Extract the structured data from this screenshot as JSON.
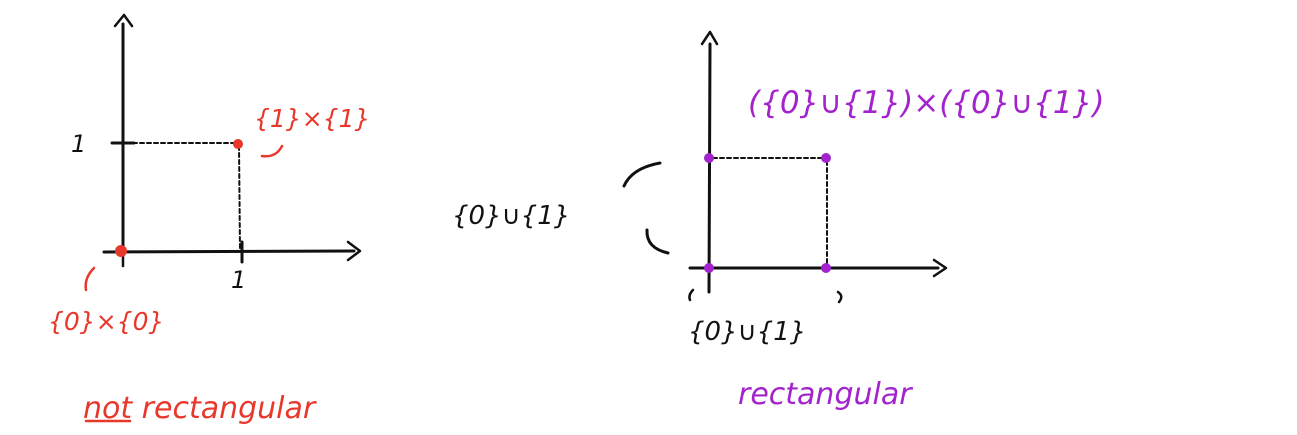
{
  "colors": {
    "ink": "#111111",
    "red": "#e8372b",
    "purple": "#a323cc"
  },
  "left_diagram": {
    "tick_y": "1",
    "tick_x": "1",
    "point_top_label": "{1}×{1}",
    "point_origin_label": "{0}×{0}",
    "caption": "not rectangular"
  },
  "right_diagram": {
    "set_top_label": "({0}∪{1})×({0}∪{1})",
    "y_brace_label": "{0}∪{1}",
    "x_brace_label": "{0}∪{1}",
    "caption": "rectangular"
  }
}
